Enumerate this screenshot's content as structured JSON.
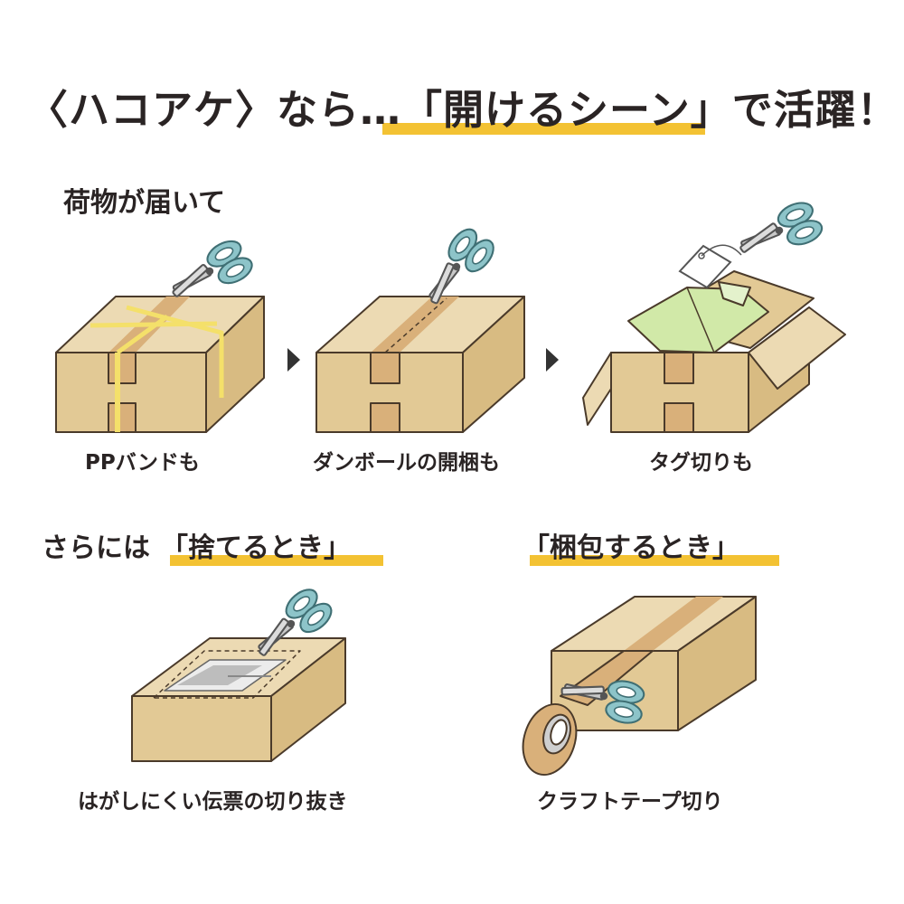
{
  "title": "〈ハコアケ〉なら…「開けるシーン」で活躍！",
  "section_delivery": {
    "heading": "荷物が届いて"
  },
  "steps": [
    {
      "caption": "PPバンドも"
    },
    {
      "caption": "ダンボールの開梱も"
    },
    {
      "caption": "タグ切りも"
    }
  ],
  "section_disposal": {
    "prefix": "さらには",
    "heading": "「捨てるとき」",
    "caption": "はがしにくい伝票の切り抜き"
  },
  "section_packing": {
    "heading": "「梱包するとき」",
    "caption": "クラフトテープ切り"
  },
  "colors": {
    "highlight": "#f3c233",
    "cardboard": "#e4cc9c",
    "tape": "#d9b07a",
    "scissors_handle": "#8dc4c9",
    "pp_band": "#f4e06a",
    "shirt": "#d1e9a8",
    "text": "#2a2424"
  }
}
